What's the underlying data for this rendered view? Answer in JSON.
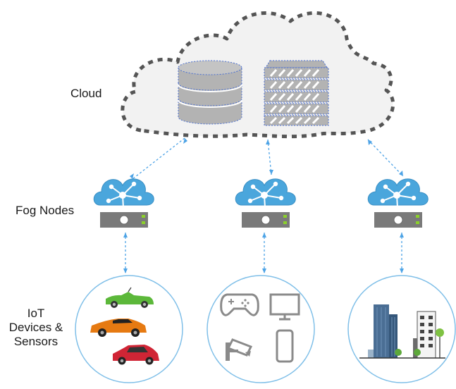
{
  "labels": {
    "cloud": "Cloud",
    "fog_nodes": "Fog Nodes",
    "iot_line1": "IoT",
    "iot_line2": "Devices &",
    "iot_line3": "Sensors"
  },
  "colors": {
    "cloud_border": "#555555",
    "cloud_fill": "#f2f2f2",
    "storage_gray": "#b3b3b3",
    "dotted_outline": "#4a6fd1",
    "connector": "#4da3e6",
    "fog_cloud": "#4aa6dc",
    "fog_server": "#7a7a7a",
    "led_green": "#8bd12a",
    "circle_border": "#7fbfe8"
  },
  "icons": {
    "cloud_layer": [
      "database-icon",
      "server-rack-icon"
    ],
    "fog_node": [
      "cloud-network-icon",
      "server-icon"
    ],
    "group_vehicles": [
      "green-convertible-icon",
      "orange-sports-car-icon",
      "red-hatchback-icon"
    ],
    "group_devices": [
      "gamepad-icon",
      "monitor-icon",
      "security-camera-icon",
      "smartphone-icon"
    ],
    "group_buildings": [
      "skyscraper-icon",
      "apartment-building-icon"
    ]
  }
}
